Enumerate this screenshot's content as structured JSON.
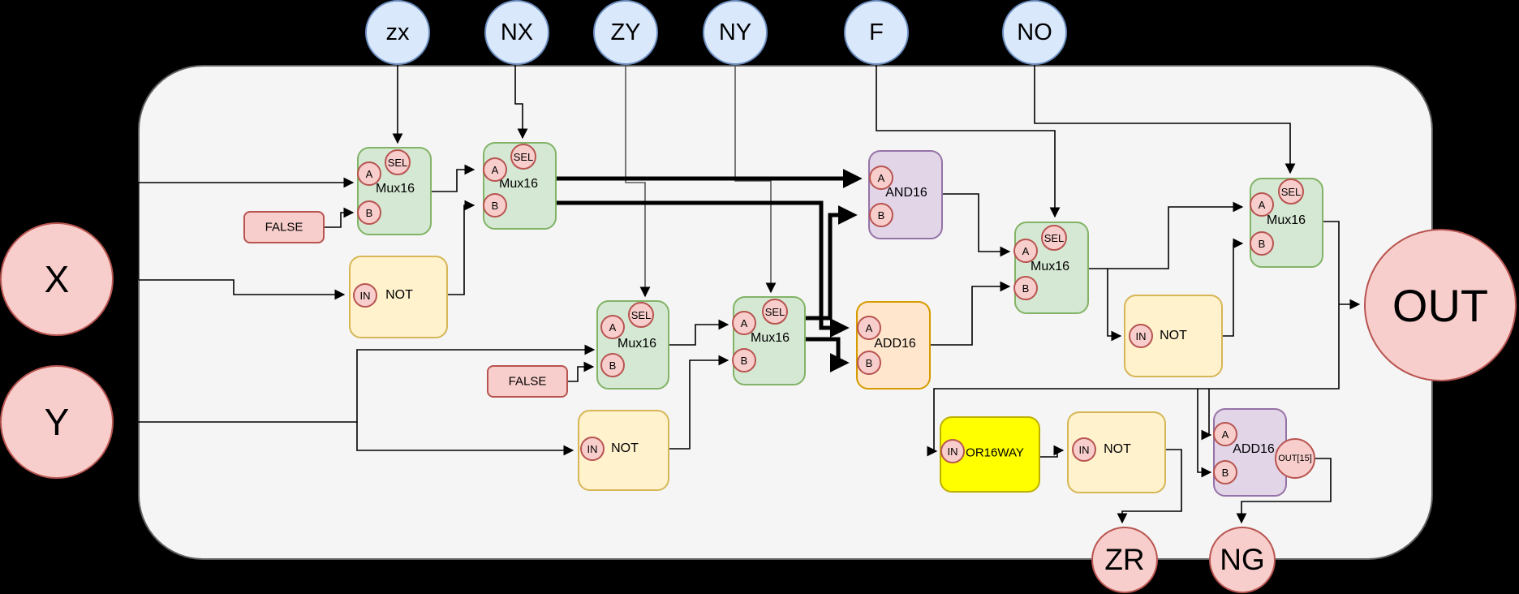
{
  "io": {
    "top_inputs": [
      {
        "id": "zx",
        "label": "zx"
      },
      {
        "id": "nx",
        "label": "NX"
      },
      {
        "id": "zy",
        "label": "ZY"
      },
      {
        "id": "ny",
        "label": "NY"
      },
      {
        "id": "f",
        "label": "F"
      },
      {
        "id": "no",
        "label": "NO"
      }
    ],
    "left_inputs": [
      {
        "id": "x",
        "label": "X"
      },
      {
        "id": "y",
        "label": "Y"
      }
    ],
    "main_output": {
      "id": "out",
      "label": "OUT"
    },
    "flag_outputs": [
      {
        "id": "zr",
        "label": "ZR"
      },
      {
        "id": "ng",
        "label": "NG"
      }
    ]
  },
  "gates": {
    "mux1": "Mux16",
    "mux2": "Mux16",
    "mux3": "Mux16",
    "mux4": "Mux16",
    "mux5": "Mux16",
    "mux6": "Mux16",
    "not1": "NOT",
    "not2": "NOT",
    "not3": "NOT",
    "not4": "NOT",
    "and16": "AND16",
    "add16_main": "ADD16",
    "add16_flag": "ADD16",
    "or16way": "OR16WAY"
  },
  "constants": [
    {
      "label": "FALSE"
    },
    {
      "label": "FALSE"
    }
  ],
  "port_labels": {
    "a": "A",
    "b": "B",
    "sel": "SEL",
    "in": "IN",
    "out15": "OUT[15]"
  },
  "colors": {
    "background": "#000000",
    "chip_fill": "#f5f5f5",
    "input_circle_fill": "#dae8fc",
    "input_circle_stroke": "#6c8ebf",
    "pink_fill": "#f8cecc",
    "pink_stroke": "#b85450",
    "mux_fill": "#d5e8d4",
    "mux_stroke": "#82b366",
    "not_fill": "#fff2cc",
    "not_stroke": "#d6b656",
    "and_fill": "#e1d5e7",
    "and_stroke": "#9673a6",
    "add_fill": "#ffe6cc",
    "add_stroke": "#d79b00",
    "or16way_fill": "#ffff00",
    "wire": "#000000"
  }
}
